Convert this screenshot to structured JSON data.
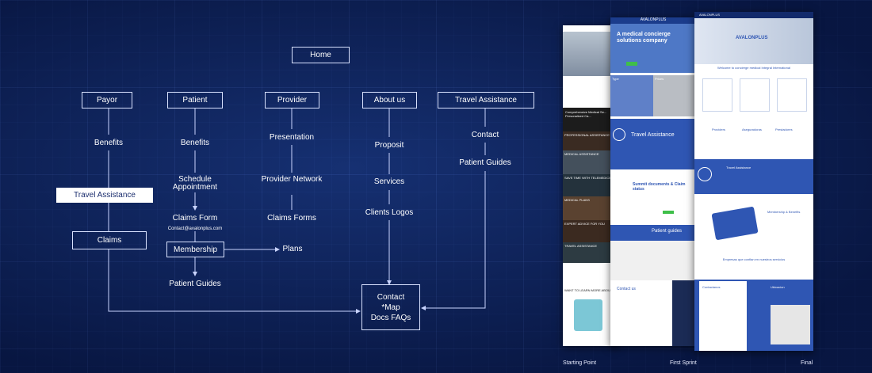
{
  "sitemap": {
    "home": "Home",
    "columns": {
      "payor": {
        "title": "Payor",
        "items": [
          "Benefits",
          "Travel Assistance",
          "Claims"
        ]
      },
      "patient": {
        "title": "Patient",
        "items": [
          "Benefits",
          "Schedule Appointment",
          "Claims Form",
          "Contact@avalonplus.com",
          "Membership",
          "Patient Guides"
        ]
      },
      "provider": {
        "title": "Provider",
        "items": [
          "Presentation",
          "Provider Network",
          "Claims Forms"
        ]
      },
      "about": {
        "title": "About us",
        "items": [
          "Proposit",
          "Services",
          "Clients Logos"
        ]
      },
      "travel": {
        "title": "Travel Assistance",
        "items": [
          "Contact",
          "Patient Guides"
        ]
      }
    },
    "plans": "Plans",
    "contact_box": [
      "Contact",
      "*Map",
      "Docs FAQs"
    ]
  },
  "screens": {
    "starting": {
      "caption": "Starting Point",
      "headlines": [
        "Comprehensive Medical Se... Personalized Ca...",
        "PROFESSIONAL ASSISTANCE",
        "MEDICAL ASSISTANCE",
        "SAVE TIME WITH TELEMEDICINE",
        "MEDICAL PLANS",
        "EXPERT ADVICE FOR YOU",
        "TRAVEL ASSISTANCE",
        "WANT TO LEARN MORE ABOUT"
      ]
    },
    "first": {
      "caption": "First Sprint",
      "brand": "AVALONPLUS",
      "hero": "A medical concierge solutions company",
      "sections": [
        "Travel Assistance",
        "Summit documents & Claim status",
        "Patient guides",
        "Contact us"
      ],
      "cards": [
        "Type",
        "Prices"
      ]
    },
    "final": {
      "caption": "Final",
      "brand": "AVALONPLUS",
      "intro": "Welcome to concierge medical Integral International",
      "columns": [
        "Providers",
        "Aseguradoras",
        "Prestadores"
      ],
      "travel": "Travel Assistance",
      "membership": "Membership & Benefits",
      "clients": "Empresas que confian en nuestros servicios",
      "contact": [
        "Contactanos",
        "Ubicacion"
      ]
    }
  },
  "colors": {
    "background": "#0c1f54",
    "line": "#c9d4ff",
    "brand_blue": "#2f56b3",
    "green": "#3fbf4a"
  }
}
